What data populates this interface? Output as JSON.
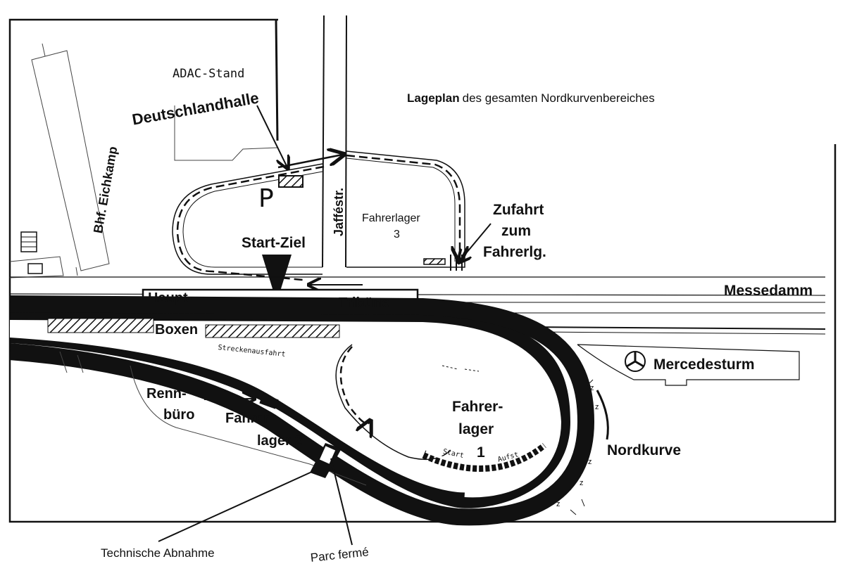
{
  "title": {
    "highlight": "Lageplan",
    "rest": "des gesamten Nordkurvenbereiches"
  },
  "labels": {
    "adac_stand": "ADAC-Stand",
    "deutschlandhalle": "Deutschlandhalle",
    "bhf_eichkamp": "Bhf. Eichkamp",
    "parking": "P",
    "jaffestr": "Jafféstr.",
    "fahrerlager3_line1": "Fahrerlager",
    "fahrerlager3_line2": "3",
    "zufahrt_line1": "Zufahrt",
    "zufahrt_line2": "zum",
    "zufahrt_line3": "Fahrerlg.",
    "start_ziel": "Start-Ziel",
    "messedamm": "Messedamm",
    "haupt": "Haupt-",
    "tribune": "Tribüne",
    "boxen": "Boxen",
    "streckenausfahrt": "Streckenausfahrt",
    "mercedesturm": "Mercedesturm",
    "rennbuero_line1": "Renn-",
    "rennbuero_line2": "büro",
    "fahrerlager2_line1": "Fahrer-",
    "fahrerlager2_line2": "lager 2",
    "fahrerlager1_line1": "Fahrer-",
    "fahrerlager1_line2": "lager",
    "fahrerlager1_line3": "1",
    "start": "Start",
    "aufst": "Aufst",
    "nordkurve": "Nordkurve",
    "technische_abnahme": "Technische Abnahme",
    "parc_ferme": "Parc fermé"
  },
  "colors": {
    "ink": "#111111",
    "paper": "#ffffff"
  }
}
